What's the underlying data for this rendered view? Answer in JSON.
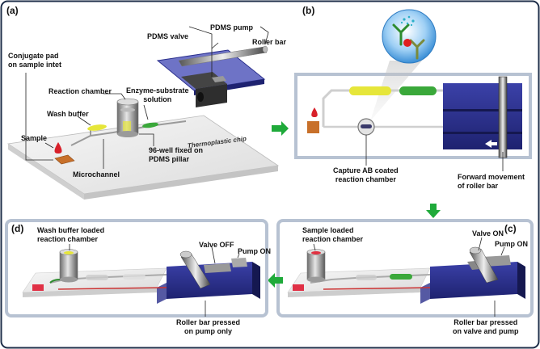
{
  "panel_a": {
    "letter": "(a)",
    "labels": {
      "conjugate_pad": "Conjugate pad\non sample intet",
      "reaction_chamber": "Reaction chamber",
      "wash_buffer": "Wash buffer",
      "sample": "Sample",
      "enzyme_substrate": "Enzyme-substrate\nsolution",
      "pdms_valve": "PDMS valve",
      "pdms_pump": "PDMS pump",
      "roller_bar": "Roller bar",
      "thermoplastic_chip": "Thermoplastic chip",
      "well_pillar": "96-well fixed on\nPDMS pillar",
      "microchannel": "Microchannel"
    }
  },
  "panel_b": {
    "letter": "(b)",
    "labels": {
      "capture_chamber": "Capture AB coated\nreaction chamber",
      "forward_movement": "Forward movement\nof roller bar"
    }
  },
  "panel_c": {
    "letter": "(c)",
    "labels": {
      "sample_loaded": "Sample loaded\nreaction chamber",
      "valve_on": "Valve ON",
      "pump_on": "Pump ON",
      "roller_pressed": "Roller bar pressed\non valve and pump"
    }
  },
  "panel_d": {
    "letter": "(d)",
    "labels": {
      "wash_loaded": "Wash buffer loaded\nreaction chamber",
      "valve_off": "Valve OFF",
      "pump_on": "Pump ON",
      "roller_pressed": "Roller bar pressed\non pump only"
    }
  },
  "colors": {
    "border": "#1f2f4a",
    "green_arrow": "#1faa3a",
    "blue_block": "#2a2f8c",
    "wash_yellow": "#e6e63a",
    "enzyme_green": "#3aa83a",
    "sample_red": "#d8202a",
    "pad_orange": "#c8702a"
  }
}
